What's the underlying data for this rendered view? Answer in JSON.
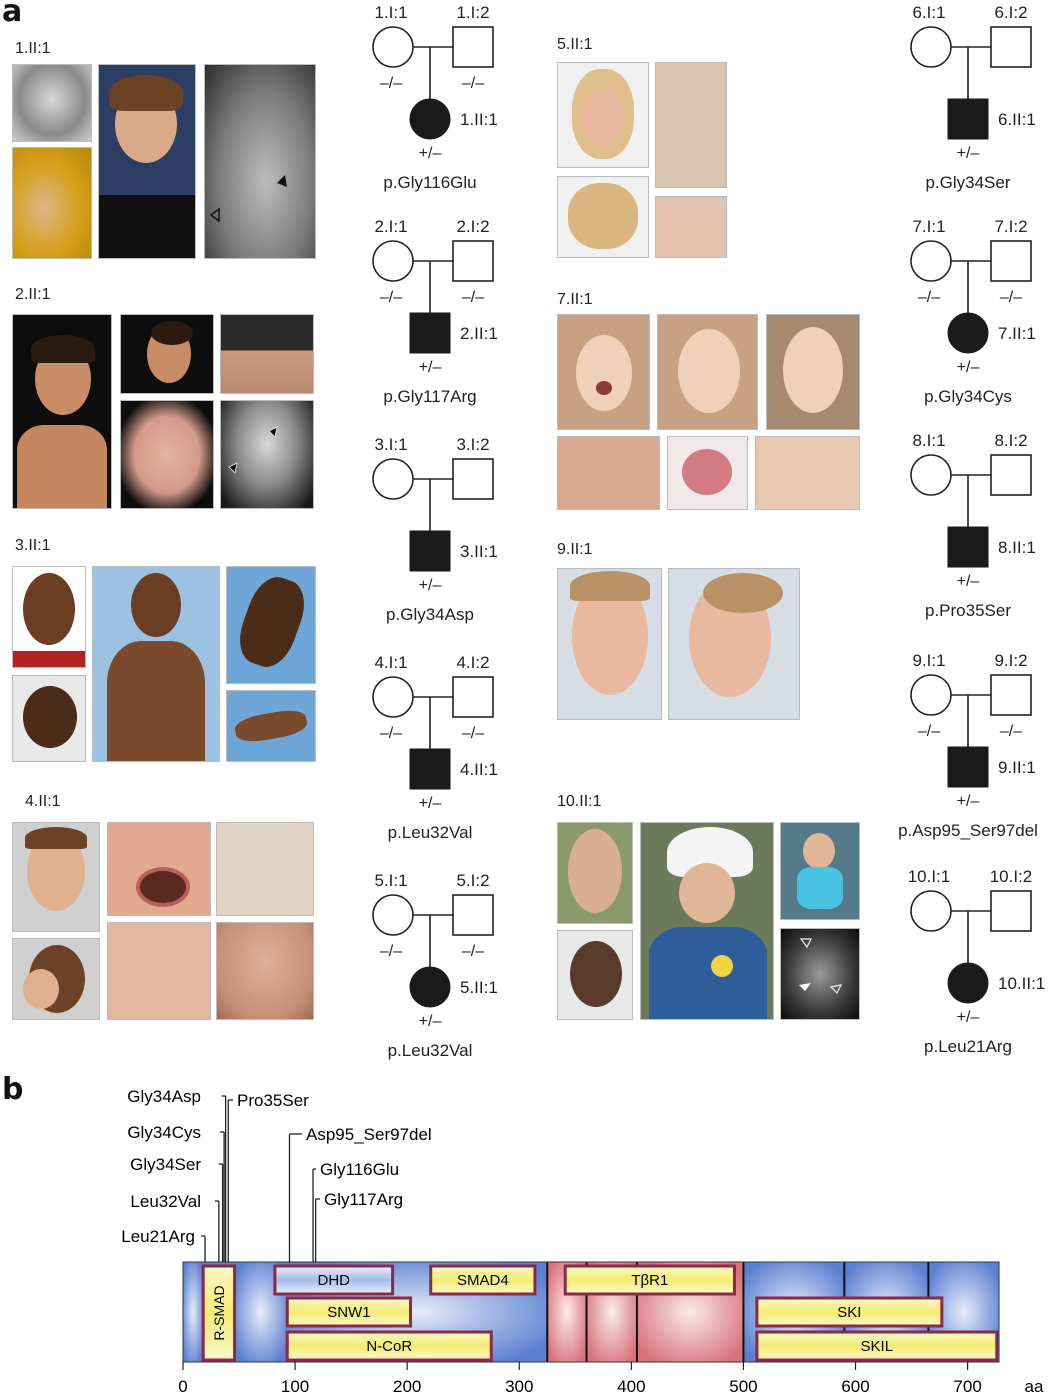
{
  "figure": {
    "panel_a_label": "a",
    "panel_b_label": "b",
    "photo_groups": [
      {
        "id": "1.II:1",
        "label": "1.II:1"
      },
      {
        "id": "2.II:1",
        "label": "2.II:1"
      },
      {
        "id": "3.II:1",
        "label": "3.II:1"
      },
      {
        "id": "4.II:1",
        "label": "4.II:1"
      },
      {
        "id": "5.II:1",
        "label": "5.II:1"
      },
      {
        "id": "7.II:1",
        "label": "7.II:1"
      },
      {
        "id": "9.II:1",
        "label": "9.II:1"
      },
      {
        "id": "10.II:1",
        "label": "10.II:1"
      }
    ],
    "pedigrees": [
      {
        "father": "1.I:1",
        "mother": "1.I:2",
        "father_gt": "–/–",
        "mother_gt": "–/–",
        "child": "1.II:1",
        "child_sex": "female",
        "child_gt": "+/–",
        "mutation": "p.Gly116Glu"
      },
      {
        "father": "2.I:1",
        "mother": "2.I:2",
        "father_gt": "–/–",
        "mother_gt": "–/–",
        "child": "2.II:1",
        "child_sex": "male",
        "child_gt": "+/–",
        "mutation": "p.Gly117Arg"
      },
      {
        "father": "3.I:1",
        "mother": "3.I:2",
        "father_gt": "",
        "mother_gt": "",
        "child": "3.II:1",
        "child_sex": "male",
        "child_gt": "+/–",
        "mutation": "p.Gly34Asp"
      },
      {
        "father": "4.I:1",
        "mother": "4.I:2",
        "father_gt": "–/–",
        "mother_gt": "–/–",
        "child": "4.II:1",
        "child_sex": "male",
        "child_gt": "+/–",
        "mutation": "p.Leu32Val"
      },
      {
        "father": "5.I:1",
        "mother": "5.I:2",
        "father_gt": "–/–",
        "mother_gt": "–/–",
        "child": "5.II:1",
        "child_sex": "female",
        "child_gt": "+/–",
        "mutation": "p.Leu32Val"
      },
      {
        "father": "6.I:1",
        "mother": "6.I:2",
        "father_gt": "",
        "mother_gt": "",
        "child": "6.II:1",
        "child_sex": "male",
        "child_gt": "+/–",
        "mutation": "p.Gly34Ser"
      },
      {
        "father": "7.I:1",
        "mother": "7.I:2",
        "father_gt": "–/–",
        "mother_gt": "–/–",
        "child": "7.II:1",
        "child_sex": "female",
        "child_gt": "+/–",
        "mutation": "p.Gly34Cys"
      },
      {
        "father": "8.I:1",
        "mother": "8.I:2",
        "father_gt": "",
        "mother_gt": "",
        "child": "8.II:1",
        "child_sex": "male",
        "child_gt": "+/–",
        "mutation": "p.Pro35Ser"
      },
      {
        "father": "9.I:1",
        "mother": "9.I:2",
        "father_gt": "–/–",
        "mother_gt": "–/–",
        "child": "9.II:1",
        "child_sex": "male",
        "child_gt": "+/–",
        "mutation": "p.Asp95_Ser97del"
      },
      {
        "father": "10.I:1",
        "mother": "10.I:2",
        "father_gt": "",
        "mother_gt": "",
        "child": "10.II:1",
        "child_sex": "female",
        "child_gt": "+/–",
        "mutation": "p.Leu21Arg"
      }
    ],
    "protein": {
      "length": 728,
      "axis_ticks": [
        0,
        100,
        200,
        300,
        400,
        500,
        600,
        700
      ],
      "axis_unit": "aa",
      "mutations": [
        {
          "label": "Leu21Arg",
          "position": 21
        },
        {
          "label": "Leu32Val",
          "position": 32
        },
        {
          "label": "Gly34Ser",
          "position": 34
        },
        {
          "label": "Gly34Cys",
          "position": 34
        },
        {
          "label": "Gly34Asp",
          "position": 34
        },
        {
          "label": "Pro35Ser",
          "position": 35
        },
        {
          "label": "Asp95_Ser97del",
          "position": 95
        },
        {
          "label": "Gly116Glu",
          "position": 116
        },
        {
          "label": "Gly117Arg",
          "position": 117
        }
      ],
      "regions": [
        {
          "start": 0,
          "end": 325,
          "color": "blue"
        },
        {
          "start": 325,
          "end": 500,
          "color": "red"
        },
        {
          "start": 500,
          "end": 728,
          "color": "blue"
        }
      ],
      "domains": [
        {
          "label": "R-SMAD",
          "start": 18,
          "end": 46,
          "row": "vertical",
          "fill": "yellow"
        },
        {
          "label": "DHD",
          "start": 82,
          "end": 187,
          "row": 1,
          "fill": "blue"
        },
        {
          "label": "SMAD4",
          "start": 221,
          "end": 314,
          "row": 1,
          "fill": "yellow"
        },
        {
          "label": "TβR1",
          "start": 341,
          "end": 492,
          "row": 1,
          "fill": "yellow"
        },
        {
          "label": "SNW1",
          "start": 93,
          "end": 203,
          "row": 2,
          "fill": "yellow"
        },
        {
          "label": "SKI",
          "start": 512,
          "end": 677,
          "row": 2,
          "fill": "yellow"
        },
        {
          "label": "N-CoR",
          "start": 93,
          "end": 275,
          "row": 3,
          "fill": "yellow"
        },
        {
          "label": "SKIL",
          "start": 512,
          "end": 726,
          "row": 3,
          "fill": "yellow"
        }
      ],
      "colors": {
        "blue": "#5b7fd1",
        "red": "#d9727a",
        "yellow": "#f3ec74",
        "domain_border": "#8a2a48"
      }
    }
  }
}
